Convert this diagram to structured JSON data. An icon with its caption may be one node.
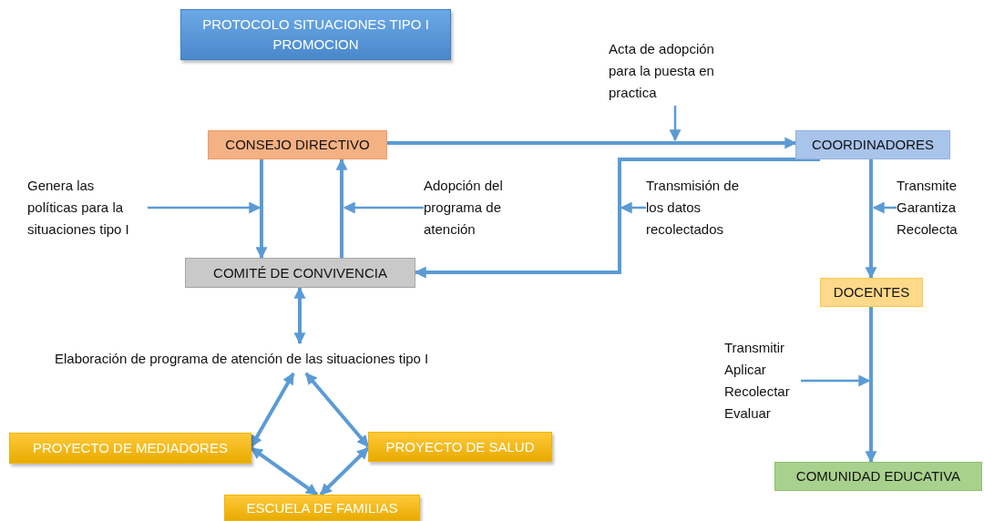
{
  "diagram": {
    "title": "PROTOCOLO SITUACIONES TIPO I PROMOCION",
    "nodes": [
      {
        "text": [
          "CONSEJO DIRECTIVO"
        ]
      },
      {
        "text": [
          "COORDINADORES"
        ]
      },
      {
        "text": [
          "COMITÉ DE CONVIVENCIA"
        ]
      },
      {
        "text": [
          "DOCENTES"
        ]
      },
      {
        "text": [
          "COMUNIDAD EDUCATIVA"
        ]
      },
      {
        "text": [
          "Elaboración de programa de atención de las situaciones tipo I"
        ]
      },
      {
        "text": [
          "PROYECTO  DE MEDIADORES"
        ]
      },
      {
        "text": [
          "PROYECTO DE SALUD"
        ]
      },
      {
        "text": [
          "ESCUELA DE FAMILIAS"
        ]
      },
      {
        "text": [
          "Genera las políticas para la situaciones tipo I"
        ]
      },
      {
        "text": [
          "Adopción del programa de atención"
        ]
      },
      {
        "text": [
          "Acta de adopción para la puesta en practica"
        ]
      },
      {
        "text": [
          "Transmisión de los datos recolectados"
        ]
      },
      {
        "text": [
          "Transmite Garantiza Recolecta"
        ]
      },
      {
        "text": [
          "Transmitir Aplicar Recolectar Evaluar"
        ]
      }
    ],
    "edges": [
      {
        "from": 0,
        "to": 2,
        "arrow": "to"
      },
      {
        "from": 2,
        "to": 0,
        "arrow": "to"
      },
      {
        "from": 0,
        "to": 1,
        "arrow": "to"
      },
      {
        "from": 1,
        "to": 2,
        "arrow": "to"
      },
      {
        "from": 1,
        "to": 3,
        "arrow": "to"
      },
      {
        "from": 3,
        "to": 4,
        "arrow": "to"
      },
      {
        "from": 2,
        "to": 5,
        "arrow": "both"
      },
      {
        "from": 5,
        "to": 6,
        "arrow": "both"
      },
      {
        "from": 5,
        "to": 7,
        "arrow": "both"
      },
      {
        "from": 6,
        "to": 8,
        "arrow": "both"
      },
      {
        "from": 7,
        "to": 8,
        "arrow": "both"
      },
      {
        "from": 9,
        "to": null,
        "arrow": "to"
      },
      {
        "from": 10,
        "to": null,
        "arrow": "to"
      },
      {
        "from": 11,
        "to": null,
        "arrow": "to"
      },
      {
        "from": 12,
        "to": null,
        "arrow": "to"
      },
      {
        "from": 13,
        "to": null,
        "arrow": "to"
      },
      {
        "from": 14,
        "to": null,
        "arrow": "to"
      }
    ]
  }
}
